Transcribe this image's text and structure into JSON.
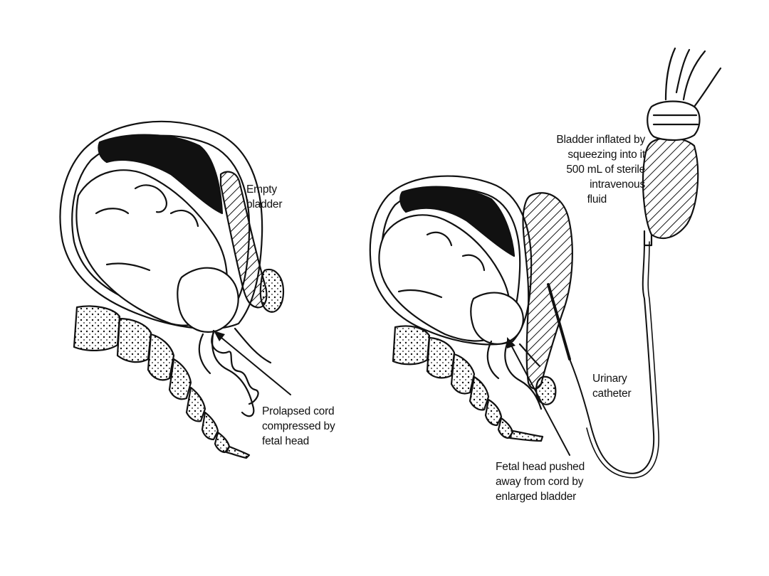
{
  "colors": {
    "ink": "#111111",
    "background": "#ffffff"
  },
  "labels": {
    "empty_bladder": [
      "Empty",
      "bladder"
    ],
    "prolapsed_cord": [
      "Prolapsed cord",
      "compressed by",
      "fetal head"
    ],
    "bladder_inflated": [
      "Bladder inflated by",
      "squeezing into it",
      "500 mL of sterile",
      "intravenous",
      "fluid"
    ],
    "urinary_catheter": [
      "Urinary",
      "catheter"
    ],
    "fetal_head_pushed": [
      "Fetal head pushed",
      "away from cord by",
      "enlarged bladder"
    ]
  }
}
